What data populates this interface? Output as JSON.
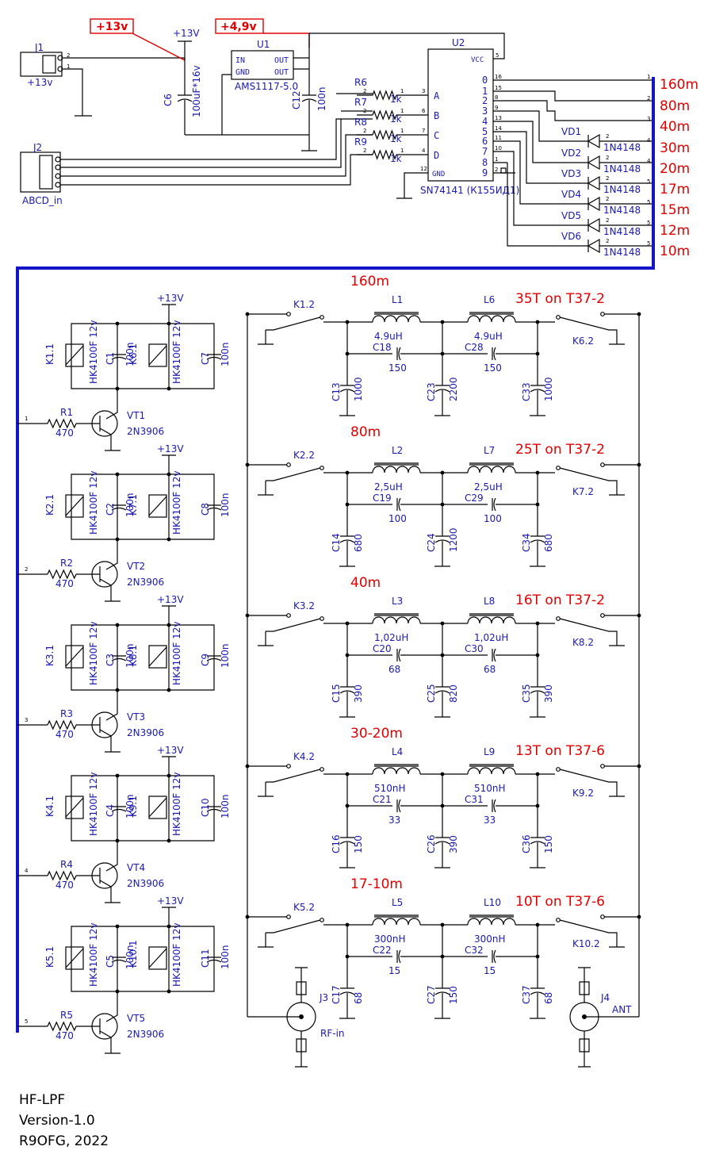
{
  "header": {
    "label_13v": "+13v",
    "label_49v": "+4,9v",
    "supply_13v": "+13V"
  },
  "connectors": {
    "j1_ref": "J1",
    "j1_label": "+13v",
    "j2_ref": "J2",
    "j2_label": "ABCD_in",
    "j3_ref": "J3",
    "j3_label": "RF-in",
    "j4_ref": "J4",
    "j4_label": "ANT"
  },
  "regulator": {
    "ref": "U1",
    "part": "AMS1117-5.0",
    "pin_in": "IN",
    "pin_gnd": "GND",
    "pin_out1": "OUT",
    "pin_out2": "OUT",
    "c6_ref": "C6",
    "c6_value": "100uF*16v",
    "c12_ref": "C12",
    "c12_value": "100n"
  },
  "decoder": {
    "ref": "U2",
    "part": "SN74141 (К155ИД1)",
    "inputs": [
      {
        "pin": "3",
        "name": "A",
        "res_ref": "R6",
        "res_value": "1k"
      },
      {
        "pin": "6",
        "name": "B",
        "res_ref": "R7",
        "res_value": "1k"
      },
      {
        "pin": "7",
        "name": "C",
        "res_ref": "R8",
        "res_value": "1k"
      },
      {
        "pin": "4",
        "name": "D",
        "res_ref": "R9",
        "res_value": "1k"
      }
    ],
    "gnd": "GND",
    "gnd_pin": "12",
    "vcc": "VCC",
    "vcc_pin": "5",
    "outputs": [
      {
        "num": "0",
        "pin": "16"
      },
      {
        "num": "1",
        "pin": "15"
      },
      {
        "num": "2",
        "pin": "8"
      },
      {
        "num": "3",
        "pin": "9"
      },
      {
        "num": "4",
        "pin": "13"
      },
      {
        "num": "5",
        "pin": "14"
      },
      {
        "num": "6",
        "pin": "11"
      },
      {
        "num": "7",
        "pin": "10"
      },
      {
        "num": "8",
        "pin": "1"
      },
      {
        "num": "9",
        "pin": "2"
      }
    ]
  },
  "diodes": [
    {
      "ref": "VD1",
      "part": "1N4148"
    },
    {
      "ref": "VD2",
      "part": "1N4148"
    },
    {
      "ref": "VD3",
      "part": "1N4148"
    },
    {
      "ref": "VD4",
      "part": "1N4148"
    },
    {
      "ref": "VD5",
      "part": "1N4148"
    },
    {
      "ref": "VD6",
      "part": "1N4148"
    }
  ],
  "bands": [
    "160m",
    "80m",
    "40m",
    "30m",
    "20m",
    "17m",
    "15m",
    "12m",
    "10m"
  ],
  "drivers": [
    {
      "k_in": "K1.1",
      "k_out": "K6.1",
      "c_a": "C1",
      "c_b": "C7",
      "cap": "100n",
      "relay": "HK4100F 12v",
      "vt": "VT1",
      "r": "R1",
      "r_value": "470",
      "tr": "2N3906",
      "pin": "1"
    },
    {
      "k_in": "K2.1",
      "k_out": "K7.1",
      "c_a": "C2",
      "c_b": "C8",
      "cap": "100n",
      "relay": "HK4100F 12v",
      "vt": "VT2",
      "r": "R2",
      "r_value": "470",
      "tr": "2N3906",
      "pin": "2"
    },
    {
      "k_in": "K3.1",
      "k_out": "K8.1",
      "c_a": "C3",
      "c_b": "C9",
      "cap": "100n",
      "relay": "HK4100F 12v",
      "vt": "VT3",
      "r": "R3",
      "r_value": "470",
      "tr": "2N3906",
      "pin": "3"
    },
    {
      "k_in": "K4.1",
      "k_out": "K9.1",
      "c_a": "C4",
      "c_b": "C10",
      "cap": "100n",
      "relay": "HK4100F 12v",
      "vt": "VT4",
      "r": "R4",
      "r_value": "470",
      "tr": "2N3906",
      "pin": "4"
    },
    {
      "k_in": "K5.1",
      "k_out": "K10.1",
      "c_a": "C5",
      "c_b": "C11",
      "cap": "100n",
      "relay": "HK4100F 12v",
      "vt": "VT5",
      "r": "R5",
      "r_value": "470",
      "tr": "2N3906",
      "pin": "5"
    }
  ],
  "filters": [
    {
      "band": "160m",
      "winding": "35T  on T37-2",
      "k_in": "K1.2",
      "k_out": "K6.2",
      "l1": "L1",
      "l1_val": "4.9uH",
      "l2": "L6",
      "l2_val": "4.9uH",
      "cs1": "C18",
      "cs1_val": "150",
      "cs2": "C28",
      "cs2_val": "150",
      "cp1": "C13",
      "cp1_val": "1000",
      "cp2": "C23",
      "cp2_val": "2200",
      "cp3": "C33",
      "cp3_val": "1000"
    },
    {
      "band": "80m",
      "winding": "25T  on T37-2",
      "k_in": "K2.2",
      "k_out": "K7.2",
      "l1": "L2",
      "l1_val": "2,5uH",
      "l2": "L7",
      "l2_val": "2,5uH",
      "cs1": "C19",
      "cs1_val": "100",
      "cs2": "C29",
      "cs2_val": "100",
      "cp1": "C14",
      "cp1_val": "680",
      "cp2": "C24",
      "cp2_val": "1200",
      "cp3": "C34",
      "cp3_val": "680"
    },
    {
      "band": "40m",
      "winding": "16T  on T37-2",
      "k_in": "K3.2",
      "k_out": "K8.2",
      "l1": "L3",
      "l1_val": "1,02uH",
      "l2": "L8",
      "l2_val": "1,02uH",
      "cs1": "C20",
      "cs1_val": "68",
      "cs2": "C30",
      "cs2_val": "68",
      "cp1": "C15",
      "cp1_val": "390",
      "cp2": "C25",
      "cp2_val": "820",
      "cp3": "C35",
      "cp3_val": "390"
    },
    {
      "band": "30-20m",
      "winding": "13T  on T37-6",
      "k_in": "K4.2",
      "k_out": "K9.2",
      "l1": "L4",
      "l1_val": "510nH",
      "l2": "L9",
      "l2_val": "510nH",
      "cs1": "C21",
      "cs1_val": "33",
      "cs2": "C31",
      "cs2_val": "33",
      "cp1": "C16",
      "cp1_val": "150",
      "cp2": "C26",
      "cp2_val": "390",
      "cp3": "C36",
      "cp3_val": "150"
    },
    {
      "band": "17-10m",
      "winding": "10T  on T37-6",
      "k_in": "K5.2",
      "k_out": "K10.2",
      "l1": "L5",
      "l1_val": "300nH",
      "l2": "L10",
      "l2_val": "300nH",
      "cs1": "C22",
      "cs1_val": "15",
      "cs2": "C32",
      "cs2_val": "15",
      "cp1": "C17",
      "cp1_val": "68",
      "cp2": "C27",
      "cp2_val": "150",
      "cp3": "C37",
      "cp3_val": "68"
    }
  ],
  "footer": {
    "title": "HF-LPF",
    "version": "Version-1.0",
    "author": "R9OFG, 2022"
  },
  "colors": {
    "bus": "#1515c8",
    "annotation": "#e00000",
    "wire": "#000000"
  }
}
